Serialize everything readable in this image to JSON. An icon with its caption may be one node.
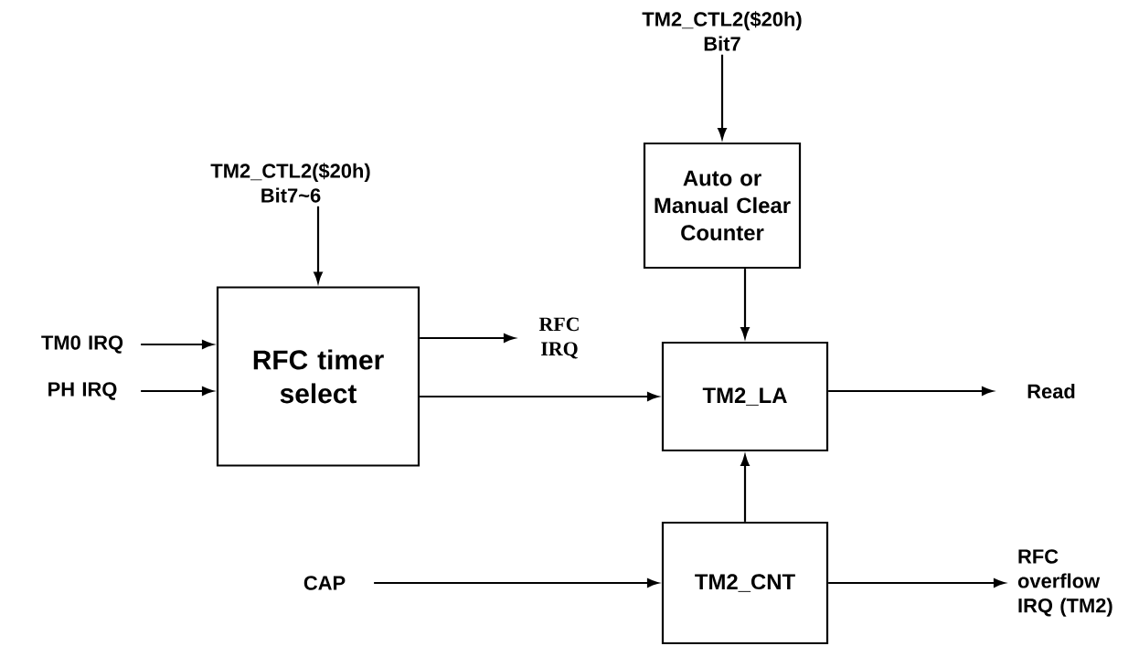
{
  "diagram": {
    "nodes": [
      {
        "text": [
          "TM2_CTL2($20h) Bit7~6"
        ]
      },
      {
        "text": [
          "RFC timer select"
        ]
      },
      {
        "text": [
          "TM0 IRQ"
        ]
      },
      {
        "text": [
          "PH IRQ"
        ]
      },
      {
        "text": [
          "RFC IRQ"
        ]
      },
      {
        "text": [
          "TM2_CTL2($20h) Bit7"
        ]
      },
      {
        "text": [
          "Auto or Manual Clear Counter"
        ]
      },
      {
        "text": [
          "TM2_LA"
        ]
      },
      {
        "text": [
          "Read"
        ]
      },
      {
        "text": [
          "CAP"
        ]
      },
      {
        "text": [
          "TM2_CNT"
        ]
      },
      {
        "text": [
          "RFC overflow IRQ (TM2)"
        ]
      }
    ],
    "edges": [
      {
        "from": 0,
        "to": 1,
        "arrow": "to"
      },
      {
        "from": 2,
        "to": 1,
        "arrow": "to"
      },
      {
        "from": 3,
        "to": 1,
        "arrow": "to"
      },
      {
        "from": 1,
        "to": 4,
        "arrow": "to"
      },
      {
        "from": 1,
        "to": 7,
        "arrow": "to"
      },
      {
        "from": 5,
        "to": 6,
        "arrow": "to"
      },
      {
        "from": 6,
        "to": 7,
        "arrow": "to"
      },
      {
        "from": 7,
        "to": 8,
        "arrow": "to"
      },
      {
        "from": 10,
        "to": 7,
        "arrow": "to"
      },
      {
        "from": 9,
        "to": 10,
        "arrow": "to"
      },
      {
        "from": 10,
        "to": 11,
        "arrow": "to"
      }
    ]
  }
}
